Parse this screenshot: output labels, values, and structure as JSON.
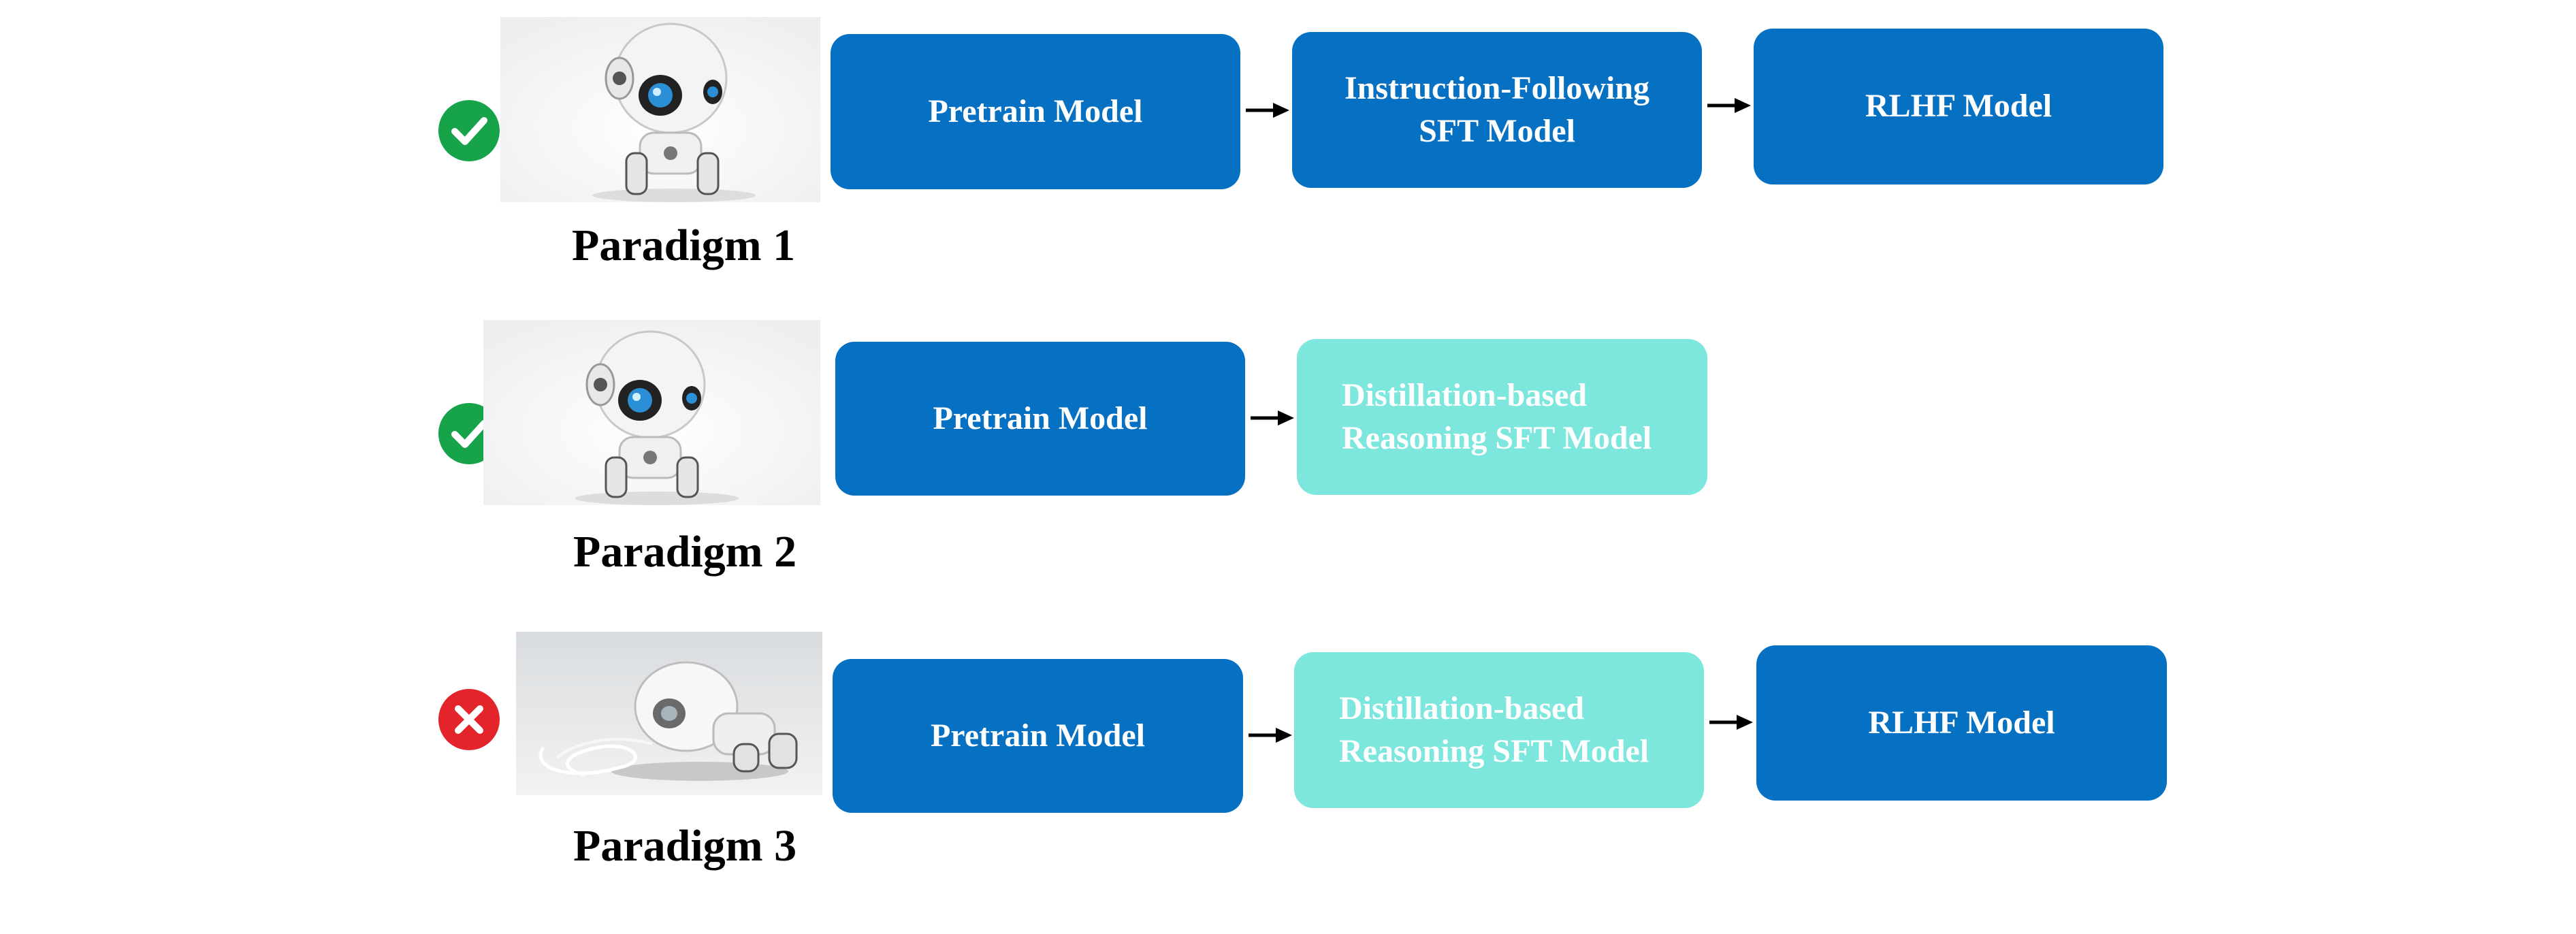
{
  "colors": {
    "dark_box": "#0670c2",
    "light_box": "#7de7de",
    "check_green": "#16a34a",
    "cross_red": "#e3242b",
    "arrow": "#000000"
  },
  "paradigms": [
    {
      "label": "Paradigm 1",
      "status_icon": "check-circle-icon",
      "robot_icon": "robot-icon",
      "stages": [
        {
          "lines": [
            "Pretrain Model"
          ]
        },
        {
          "lines": [
            "Instruction-Following",
            "SFT Model"
          ]
        },
        {
          "lines": [
            "RLHF Model"
          ]
        }
      ]
    },
    {
      "label": "Paradigm 2",
      "status_icon": "check-circle-icon",
      "robot_icon": "robot-icon",
      "stages": [
        {
          "lines": [
            "Pretrain Model"
          ]
        },
        {
          "lines": [
            "Distillation-based",
            "Reasoning SFT Model"
          ]
        }
      ]
    },
    {
      "label": "Paradigm 3",
      "status_icon": "cross-circle-icon",
      "robot_icon": "robot-lying-icon",
      "stages": [
        {
          "lines": [
            "Pretrain Model"
          ]
        },
        {
          "lines": [
            "Distillation-based",
            "Reasoning SFT Model"
          ]
        },
        {
          "lines": [
            "RLHF Model"
          ]
        }
      ]
    }
  ]
}
